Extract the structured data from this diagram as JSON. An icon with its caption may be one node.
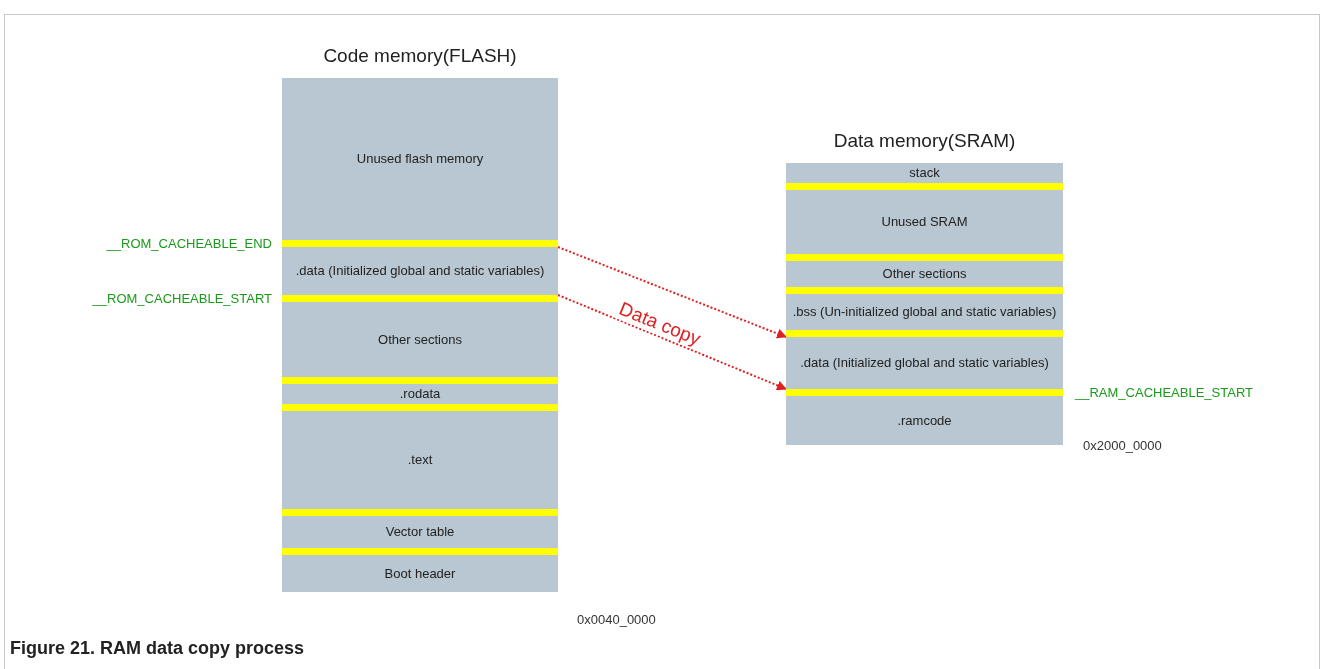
{
  "diagram": {
    "caption": "Figure 21. RAM data copy process",
    "nodes": [
      {
        "text": [
          "Code memory(FLASH)"
        ]
      },
      {
        "text": [
          "Unused flash memory"
        ],
        "in": 0
      },
      {
        "text": [
          ".data (Initialized global and static variables)"
        ],
        "in": 0
      },
      {
        "text": [
          "Other sections"
        ],
        "in": 0
      },
      {
        "text": [
          ".rodata"
        ],
        "in": 0
      },
      {
        "text": [
          ".text"
        ],
        "in": 0
      },
      {
        "text": [
          "Vector table"
        ],
        "in": 0
      },
      {
        "text": [
          "Boot header"
        ],
        "in": 0
      },
      {
        "text": [
          "Data memory(SRAM)"
        ]
      },
      {
        "text": [
          "stack"
        ],
        "in": 8
      },
      {
        "text": [
          "Unused SRAM"
        ],
        "in": 8
      },
      {
        "text": [
          "Other sections"
        ],
        "in": 8
      },
      {
        "text": [
          ".bss (Un-initialized global and static variables)"
        ],
        "in": 8
      },
      {
        "text": [
          ".data (Initialized global and static variables)"
        ],
        "in": 8
      },
      {
        "text": [
          ".ramcode"
        ],
        "in": 8
      }
    ],
    "edges": [
      {
        "from": 2,
        "to": 13,
        "arrow": "to",
        "label": "Data copy",
        "style": "dashed",
        "color": "#e02020"
      },
      {
        "from": 2,
        "to": 13,
        "arrow": "to",
        "style": "dashed",
        "color": "#e02020"
      }
    ],
    "labels": [
      "__ROM_CACHEABLE_END",
      "__ROM_CACHEABLE_START",
      "0x0040_0000",
      "__RAM_CACHEABLE_START",
      "0x2000_0000"
    ]
  }
}
